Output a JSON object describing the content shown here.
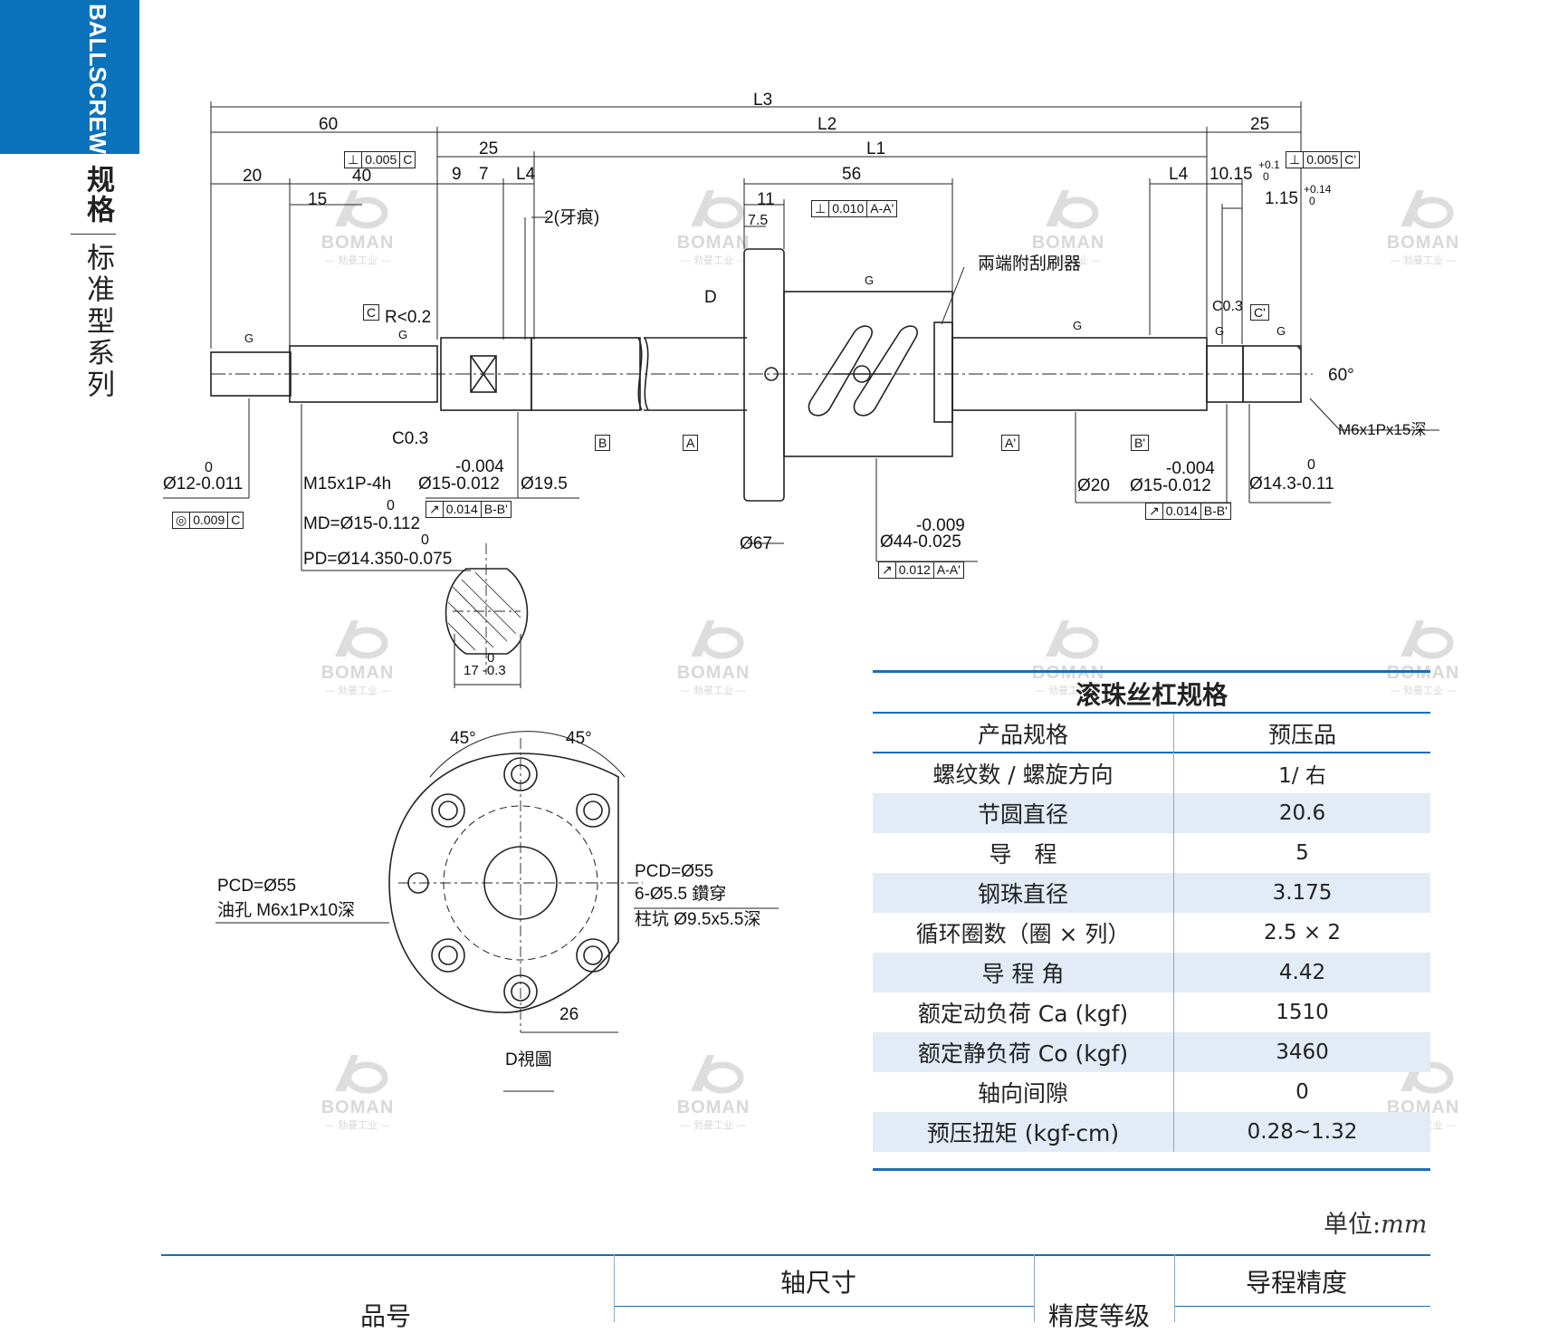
{
  "sidebar": {
    "tab_label": "BALLSCREWS",
    "title": "规格",
    "subtitle": "标准型系列"
  },
  "watermark": {
    "brand": "BOMAN",
    "sub": "— 勃曼工业 —"
  },
  "drawing": {
    "dims": {
      "L3": "L3",
      "L2": "L2",
      "L1": "L1",
      "d60": "60",
      "d25a": "25",
      "d25b": "25",
      "d20": "20",
      "d40": "40",
      "d15": "15",
      "d9": "9",
      "d7": "7",
      "L4a": "L4",
      "L4b": "L4",
      "d11": "11",
      "d7_5": "7.5",
      "d56": "56",
      "thread_mark": "2(牙痕)",
      "d10_15": "10.15",
      "d10_15_tol": "+0.1",
      "d10_15_tol2": "0",
      "d1_15": "1.15",
      "d1_15_tol": "+0.14",
      "d1_15_tol2": "0",
      "angle60": "60°",
      "m6": "M6x1Px15深",
      "c03a": "C0.3",
      "c03b": "C0.3",
      "r02": "R<0.2",
      "datumC": "C",
      "datumC2": "C'",
      "datumB": "B",
      "datumA": "A",
      "datumA2": "A'",
      "datumB2": "B'",
      "viewD": "D",
      "g": "G",
      "wiper": "兩端附刮刷器",
      "d12_0": "0",
      "d12": "Ø12-0.011",
      "m15": "M15x1P-4h",
      "md_0": "0",
      "md": "MD=Ø15-0.112",
      "pd_0": "0",
      "pd": "PD=Ø14.350-0.075",
      "d15a_t": "-0.004",
      "d15a": "Ø15-0.012",
      "d19_5": "Ø19.5",
      "d15b_t": "-0.004",
      "d15b": "Ø15-0.012",
      "d20s": "Ø20",
      "d14_3_0": "0",
      "d14_3": "Ø14.3-0.11",
      "d67": "Ø67",
      "d44_t": "-0.009",
      "d44": "Ø44-0.025",
      "d17_0": "0",
      "d17": "17 -0.3",
      "fc_perp1": "0.005",
      "fc_perp1_d": "C",
      "fc_perp2": "0.005",
      "fc_perp2_d": "C'",
      "fc_perp3": "0.010",
      "fc_perp3_d": "A-A'",
      "fc_conc": "0.009",
      "fc_conc_d": "C",
      "fc_run1": "0.014",
      "fc_run1_d": "B-B'",
      "fc_run2": "0.014",
      "fc_run2_d": "B-B'",
      "fc_run3": "0.012",
      "fc_run3_d": "A-A'"
    },
    "flange_view": {
      "a1": "45°",
      "a2": "45°",
      "pcd_left": "PCD=Ø55",
      "oil": "油孔  M6x1Px10深",
      "pcd_right": "PCD=Ø55",
      "holes": "6-Ø5.5 鑽穿",
      "cb": "柱坑 Ø9.5x5.5深",
      "d26": "26",
      "caption": "D視圖"
    }
  },
  "spec_table": {
    "title": "滚珠丝杠规格",
    "header": [
      "产品规格",
      "预压品"
    ],
    "rows": [
      [
        "螺纹数 / 螺旋方向",
        "1/ 右"
      ],
      [
        "节圆直径",
        "20.6"
      ],
      [
        "导　程",
        "5"
      ],
      [
        "钢珠直径",
        "3.175"
      ],
      [
        "循环圈数（圈 × 列）",
        "2.5 × 2"
      ],
      [
        "导 程 角",
        "4.42"
      ],
      [
        "额定动负荷 Ca (kgf)",
        "1510"
      ],
      [
        "额定静负荷 Co (kgf)",
        "3460"
      ],
      [
        "轴向间隙",
        "0"
      ],
      [
        "预压扭矩 (kgf-cm)",
        "0.28~1.32"
      ]
    ]
  },
  "unit": {
    "prefix": "单位:",
    "value": "mm"
  },
  "bottom_table": {
    "part_no": "品号",
    "shaft_dims": "轴尺寸",
    "accuracy_grade": "精度等级",
    "lead_accuracy": "导程精度"
  },
  "colors": {
    "brand_blue": "#0b72bc",
    "rule_blue": "#1c6cb5",
    "row_shade": "#e3ebf6"
  }
}
